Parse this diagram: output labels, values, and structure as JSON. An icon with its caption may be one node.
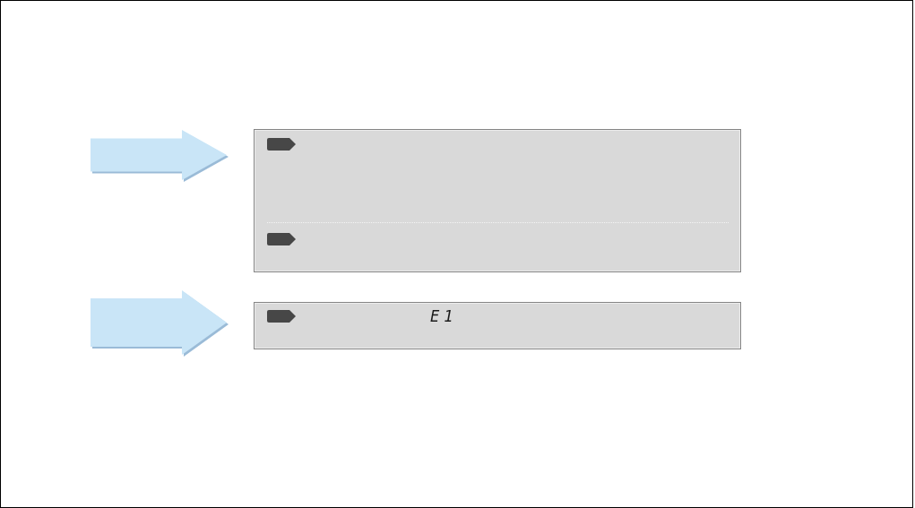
{
  "diagram": {
    "nodes": [
      {
        "text": [],
        "shape": "box"
      },
      {
        "text": [
          "E1"
        ]
      }
    ],
    "edges": [
      {
        "from": null,
        "to": 0,
        "arrow": "to"
      },
      {
        "from": null,
        "to": 1,
        "arrow": "to"
      }
    ]
  }
}
